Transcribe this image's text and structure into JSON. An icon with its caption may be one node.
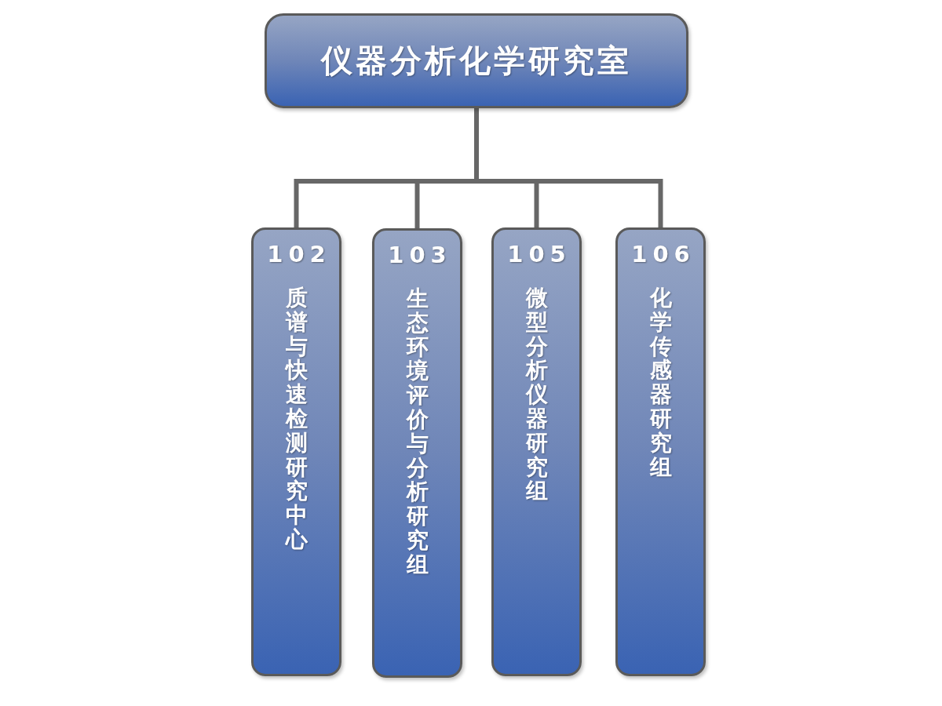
{
  "diagram": {
    "nodes": [
      {
        "text": [
          "仪器分析化学研究室"
        ]
      },
      {
        "text": [
          "102",
          "质谱与快速检测研究中心"
        ]
      },
      {
        "text": [
          "103",
          "生态环境评价与分析研究组"
        ]
      },
      {
        "text": [
          "105",
          "微型分析仪器研究组"
        ]
      },
      {
        "text": [
          "106",
          "化学传感器研究组"
        ]
      }
    ],
    "edges": [
      {
        "from": 0,
        "to": 1,
        "arrow": "none"
      },
      {
        "from": 0,
        "to": 2,
        "arrow": "none"
      },
      {
        "from": 0,
        "to": 3,
        "arrow": "none"
      },
      {
        "from": 0,
        "to": 4,
        "arrow": "none"
      }
    ]
  }
}
